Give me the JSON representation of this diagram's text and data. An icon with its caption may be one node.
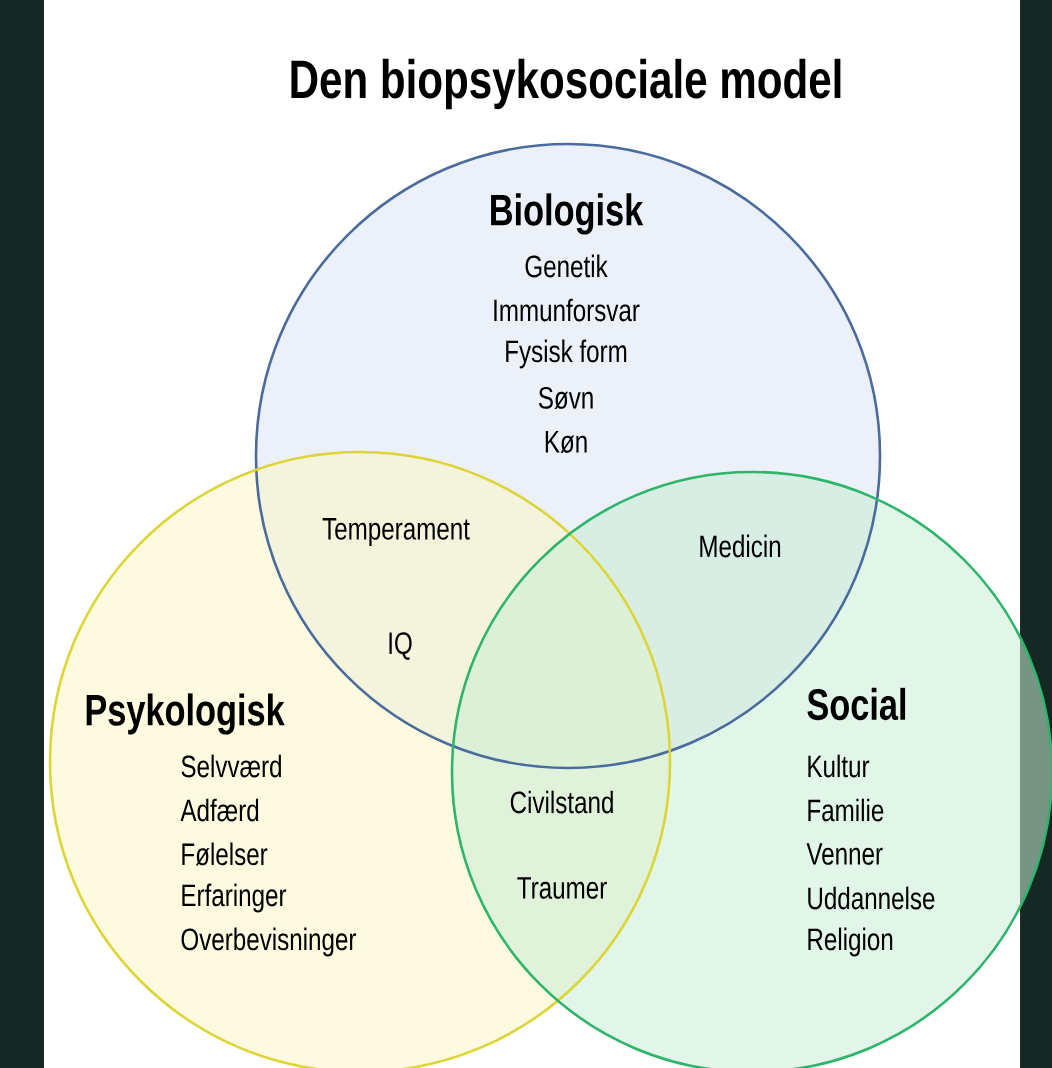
{
  "diagram": {
    "title": "Den biopsykosociale model",
    "nodes": [
      {
        "text": [
          "Biologisk",
          "Genetik",
          "Immunforsvar",
          "Fysisk form",
          "Søvn",
          "Køn"
        ]
      },
      {
        "text": [
          "Psykologisk",
          "Selvværd",
          "Adfærd",
          "Følelser",
          "Erfaringer",
          "Overbevisninger"
        ]
      },
      {
        "text": [
          "Social",
          "Kultur",
          "Familie",
          "Venner",
          "Uddannelse",
          "Religion"
        ]
      }
    ],
    "labels": [
      "Temperament",
      "Medicin",
      "IQ",
      "Civilstand",
      "Traumer"
    ]
  }
}
